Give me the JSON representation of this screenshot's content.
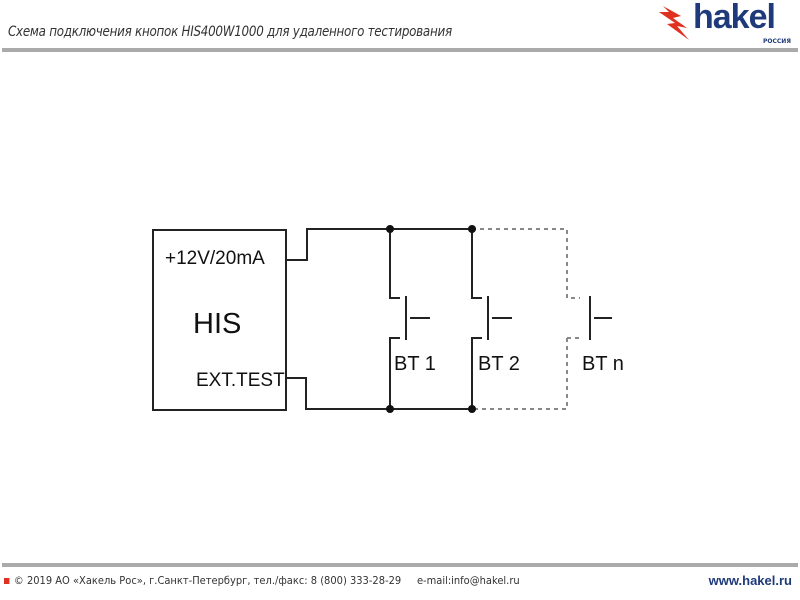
{
  "header": {
    "title": "Схема подключения кнопок HIS400W1000 для удаленного тестирования",
    "logo_text": "hakel",
    "logo_sub": "РОССИЯ"
  },
  "diagram": {
    "device": "HIS",
    "power_label": "+12V/20mA",
    "test_label": "EXT.TEST",
    "buttons": [
      "BT 1",
      "BT 2",
      "BT n"
    ]
  },
  "footer": {
    "copyright": "© 2019 АО «Хакель Рос», г.Санкт-Петербург, тел./факс: 8 (800) 333-28-29",
    "email": "e-mail:info@hakel.ru",
    "website": "www.hakel.ru"
  },
  "colors": {
    "brand": "#1f3a7a",
    "accent": "#e03020"
  }
}
